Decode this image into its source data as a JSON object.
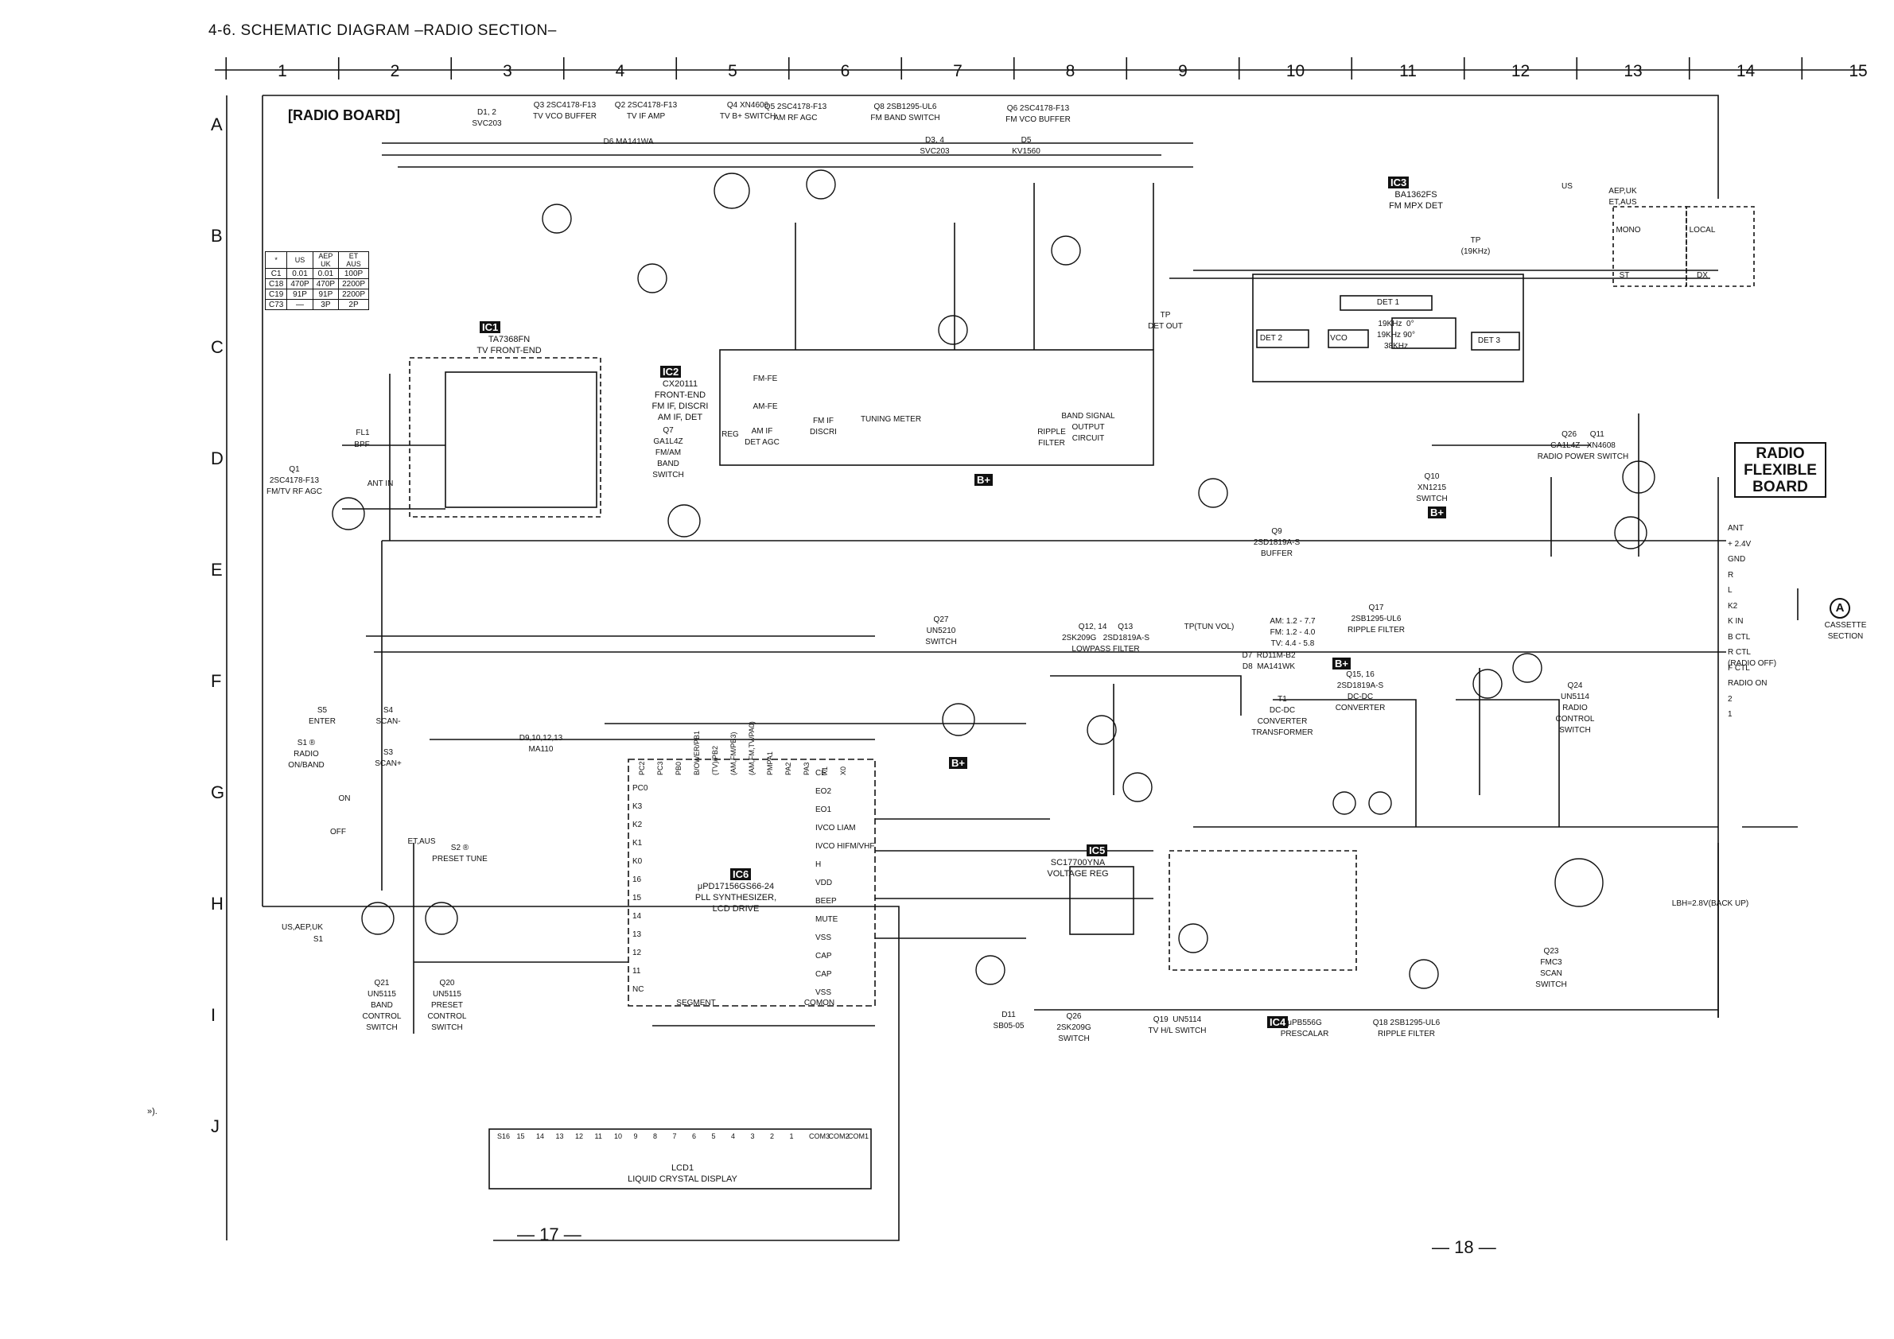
{
  "title": "4-6. SCHEMATIC DIAGRAM –RADIO SECTION–",
  "columns": [
    "1",
    "2",
    "3",
    "4",
    "5",
    "6",
    "7",
    "8",
    "9",
    "10",
    "11",
    "12",
    "13",
    "14",
    "15"
  ],
  "rows": [
    "A",
    "B",
    "C",
    "D",
    "E",
    "F",
    "G",
    "H",
    "I",
    "J"
  ],
  "board_label": "[RADIO BOARD]",
  "flex_board": {
    "line1": "RADIO",
    "line2": "FLEXIBLE",
    "line3": "BOARD"
  },
  "cassette": {
    "marker": "A",
    "text": "CASSETTE\nSECTION"
  },
  "page_numbers": {
    "left": "— 17 —",
    "right": "— 18 —"
  },
  "margin_text": "»).",
  "selection_table": {
    "header": [
      "*",
      "US",
      "AEP\nUK",
      "ET\nAUS"
    ],
    "rows": [
      [
        "C1",
        "0.01",
        "0.01",
        "100P"
      ],
      [
        "C18",
        "470P",
        "470P",
        "2200P"
      ],
      [
        "C19",
        "91P",
        "91P",
        "2200P"
      ],
      [
        "C73",
        "—",
        "3P",
        "2P"
      ]
    ]
  },
  "ic_tags": {
    "ic1": "IC1",
    "ic2": "IC2",
    "ic3": "IC3",
    "ic4": "IC4",
    "ic5": "IC5",
    "ic6": "IC6",
    "bplus": "B+"
  },
  "labels": {
    "q3": "Q3 2SC4178-F13\nTV VCO BUFFER",
    "q2": "Q2 2SC4178-F13\nTV IF AMP",
    "q4": "Q4 XN4606\nTV B+ SWITCH",
    "q5": "Q5 2SC4178-F13\nAM RF AGC",
    "q8": "Q8 2SB1295-UL6\nFM BAND SWITCH",
    "q6": "Q6 2SC4178-F13\nFM VCO BUFFER",
    "d12": "D1, 2\nSVC203",
    "d6": "D6 MA141WA",
    "d34": "D3, 4\nSVC203",
    "d5": "D5\nKV1560",
    "ic1_part": "TA7368FN\nTV FRONT-END",
    "ic2_part": "CX20111\nFRONT-END\nFM IF, DISCRI\nAM IF, DET",
    "ic3_part": "BA1362FS\nFM MPX DET",
    "q1": "Q1\n2SC4178-F13\nFM/TV RF AGC",
    "q7": "Q7\nGA1L4Z\nFM/AM\nBAND\nSWITCH",
    "q9": "Q9\n2SD1819A-S\nBUFFER",
    "q10": "Q10\nXN1215\nSWITCH",
    "q26q11": "Q26      Q11\nGA1L4Z   XN4608\nRADIO POWER SWITCH",
    "q27": "Q27\nUN5210\nSWITCH",
    "q17": "Q17\n2SB1295-UL6\nRIPPLE FILTER",
    "q12": "Q12, 14     Q13\n2SK209G   2SD1819A-S\nLOWPASS FILTER",
    "d7": "D7  RD11M-B2\nD8  MA141WK",
    "t1": "T1\nDC-DC\nCONVERTER\nTRANSFORMER",
    "q15": "Q15, 16\n2SD1819A-S\nDC-DC\nCONVERTER",
    "q24": "Q24\nUN5114\nRADIO\nCONTROL\nSWITCH",
    "ic6_part": "μPD17156GS66-24\nPLL SYNTHESIZER,\nLCD DRIVE",
    "ic5_part": "SC17700YNA\nVOLTAGE REG",
    "q23": "Q23\nFMC3\nSCAN\nSWITCH",
    "q21": "Q21\nUN5115\nBAND\nCONTROL\nSWITCH",
    "q20": "Q20\nUN5115\nPRESET\nCONTROL\nSWITCH",
    "d11": "D11\nSB05-05",
    "q26b": "Q26\n2SK209G\nSWITCH",
    "q19": "Q19  UN5114\nTV H/L SWITCH",
    "ic4_part": "μPB556G\nPRESCALAR",
    "q18": "Q18 2SB1295-UL6\nRIPPLE FILTER",
    "lcd": "LCD1\nLIQUID CRYSTAL DISPLAY",
    "segment": "SEGMENT",
    "common": "COMON",
    "d9": "D9,10,12,13\nMA110",
    "s5": "S5\nENTER",
    "s4": "S4\nSCAN-",
    "s1": "S1 ®\nRADIO\nON/BAND",
    "s3": "S3\nSCAN+",
    "s2": "S2 ®\nPRESET TUNE",
    "s1b": "S1",
    "on": "ON",
    "off": "OFF",
    "usaep": "US,AEP,UK",
    "etaus": "ET,AUS",
    "tp": "TP\nDET OUT",
    "tp19": "TP\n(19KHz)",
    "tptun": "TP(TUN VOL)",
    "am": "AM: 1.2 - 7.7\nFM: 1.2 - 4.0\nTV: 4.4 - 5.8",
    "mono": "MONO",
    "local": "LOCAL",
    "st": "ST",
    "dx": "DX",
    "aepuk": "AEP,UK\nET,AUS",
    "us": "US",
    "battery": "LBH=2.8V(BACK UP)",
    "det1": "DET 1",
    "det2": "DET 2",
    "det3": "DET 3",
    "vco": "VCO",
    "div": "19KHz  0°\n19KHz 90°\n38KHz",
    "fmfe": "FM-FE",
    "amfe": "AM-FE",
    "tuning": "TUNING METER",
    "bandsig": "BAND SIGNAL\nOUTPUT\nCIRCUIT",
    "ripple": "RIPPLE\nFILTER",
    "reg": "REG",
    "amifdet": "AM IF\nDET AGC",
    "fmif": "FM IF\nDISCRI",
    "bpf": "BPF",
    "antin": "ANT IN",
    "fl1": "FL1"
  },
  "connector_pins": [
    "ANT",
    "+ 2.4V",
    "GND",
    "R",
    "L",
    "K2",
    "K IN",
    "B CTL",
    "R CTL\n(RADIO OFF)",
    "F CTL",
    "RADIO ON",
    "2",
    "1"
  ],
  "ic6_left_pins": [
    "PC0",
    "K3",
    "K2",
    "K1",
    "K0",
    "16",
    "15",
    "14",
    "13",
    "12",
    "11",
    "NC"
  ],
  "ic6_right_pins": [
    "CE",
    "EO2",
    "EO1",
    "IVCO LIAM",
    "IVCO HIFM/VHF",
    "H",
    "VDD",
    "BEEP",
    "MUTE",
    "VSS",
    "CAP",
    "CAP",
    "VSS"
  ],
  "ic6_top_pins": [
    "PC2",
    "PC3",
    "PB0",
    "B/OWER/PB1",
    "(TV)/PB2",
    "(AM,FM/PB3)",
    "(AM,FM,TV/PA0)",
    "PMPA1",
    "PA2",
    "PA3",
    "X1",
    "X0"
  ],
  "lcd_pins": [
    "S16",
    "15",
    "14",
    "13",
    "12",
    "11",
    "10",
    "9",
    "8",
    "7",
    "6",
    "5",
    "4",
    "3",
    "2",
    "1",
    "COM3",
    "COM2",
    "COM1"
  ]
}
